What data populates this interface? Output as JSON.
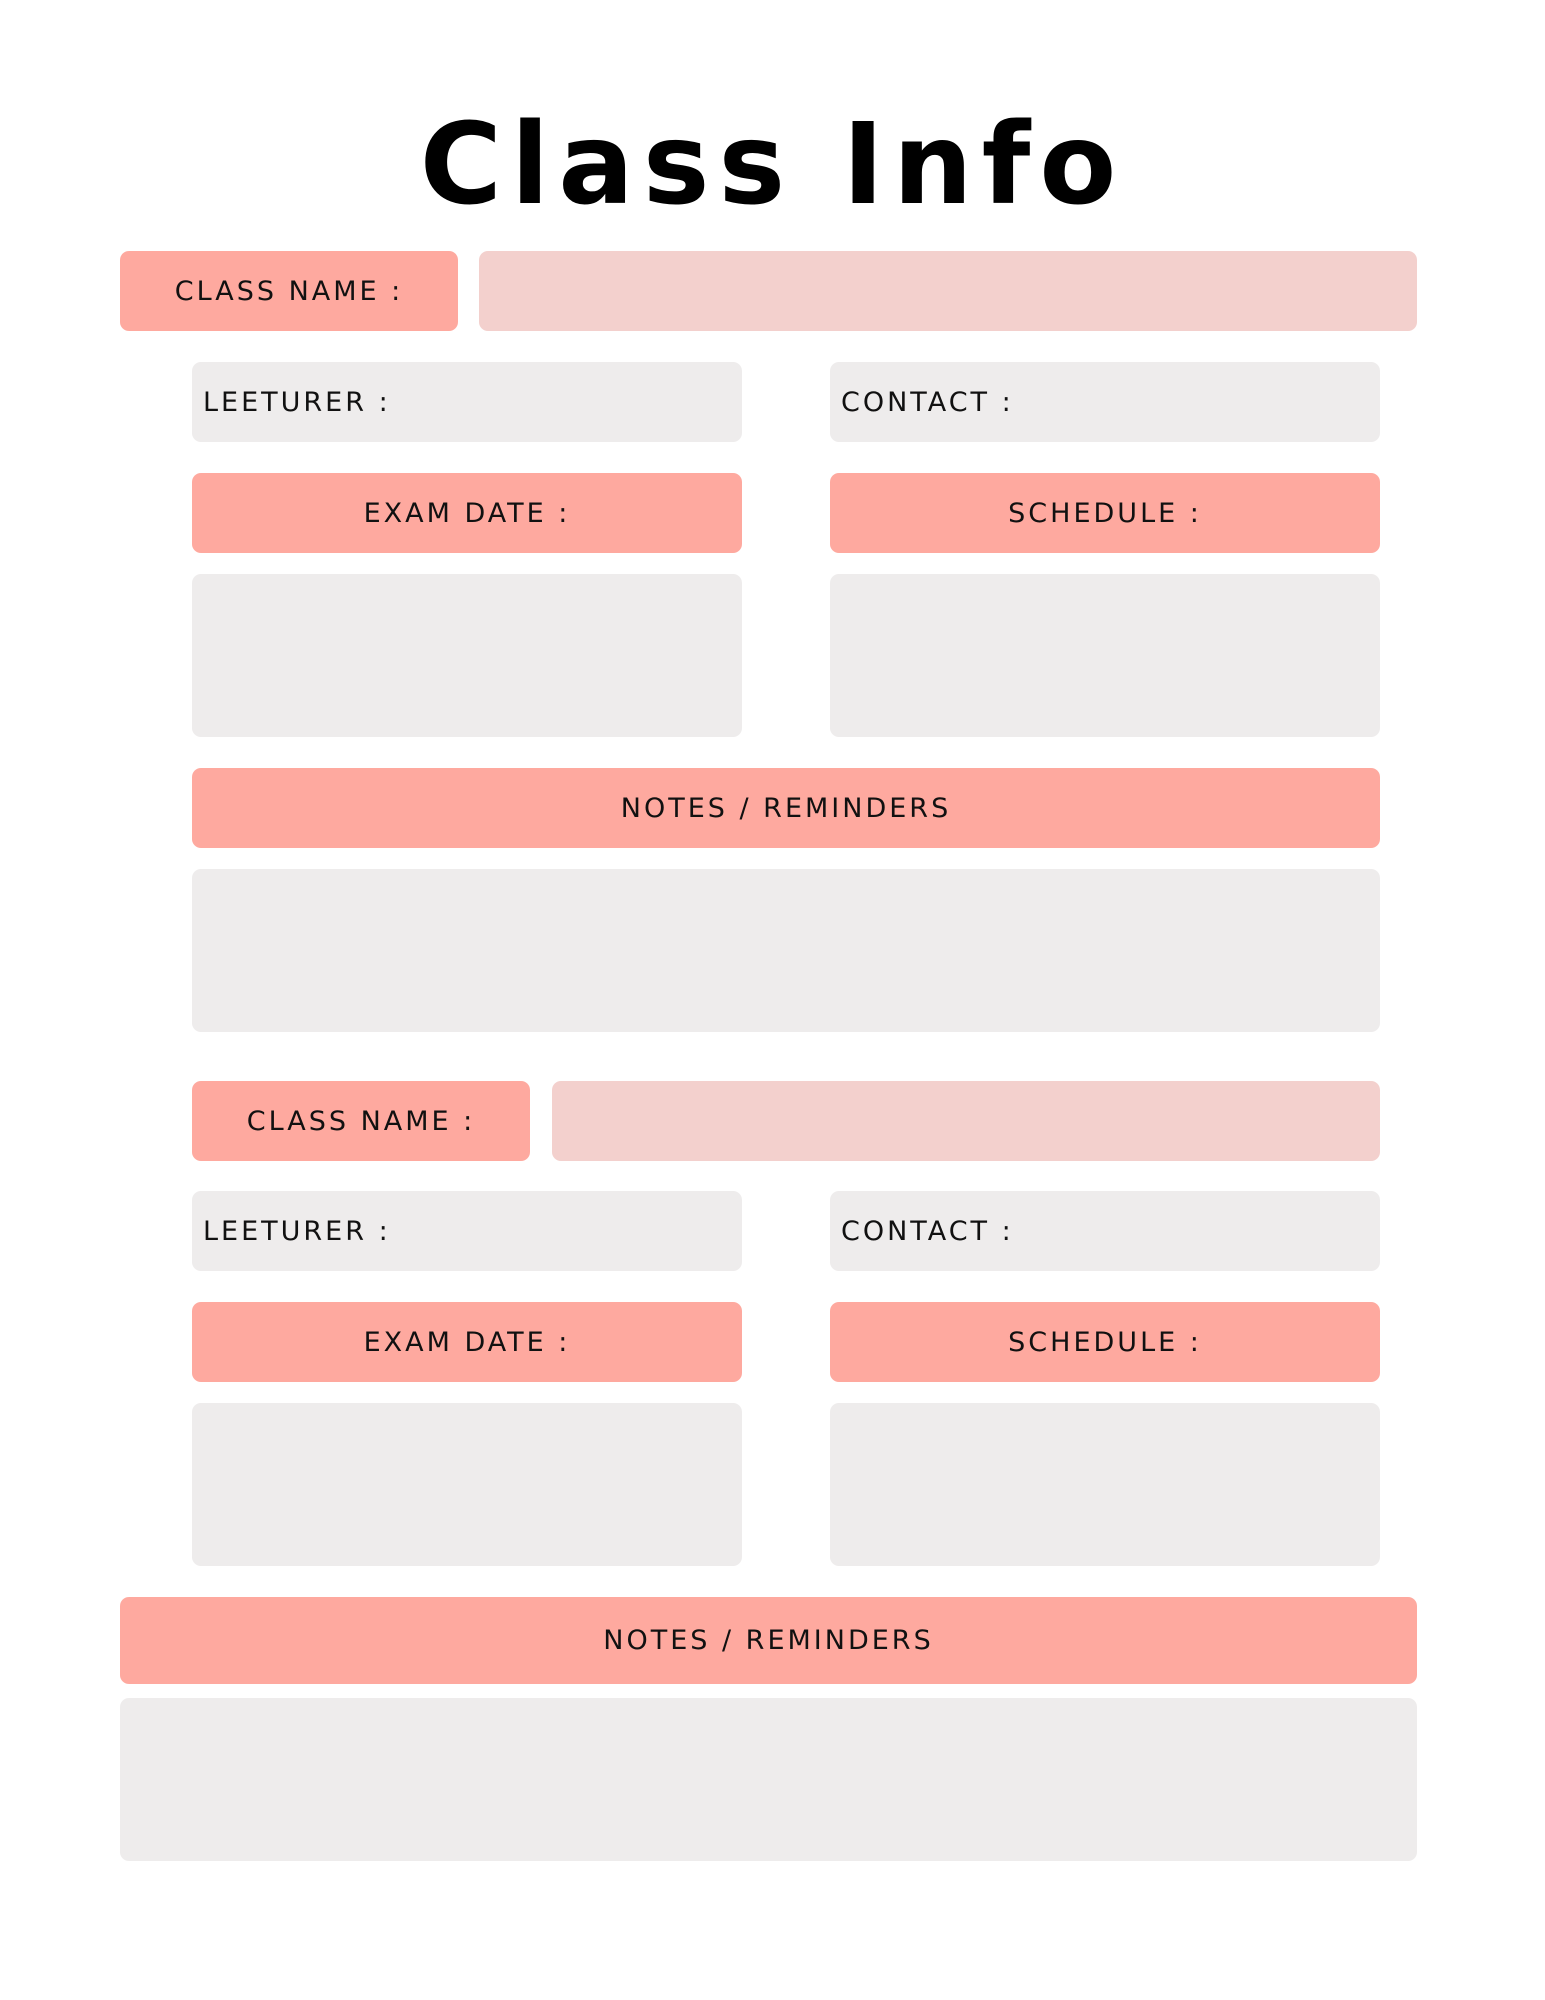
{
  "title": "Class Info",
  "colors": {
    "label_fill": "#fea99f",
    "name_field_fill": "#f3d0cd",
    "field_fill": "#eeecec",
    "text": "#111111"
  },
  "sections": [
    {
      "class_name_label": "CLASS NAME :",
      "class_name_value": "",
      "lecturer_label": "LEETURER :",
      "contact_label": "CONTACT :",
      "exam_date_label": "EXAM DATE :",
      "schedule_label": "SCHEDULE :",
      "notes_label": "NOTES / REMINDERS"
    },
    {
      "class_name_label": "CLASS NAME :",
      "class_name_value": "",
      "lecturer_label": "LEETURER :",
      "contact_label": "CONTACT :",
      "exam_date_label": "EXAM DATE :",
      "schedule_label": "SCHEDULE :",
      "notes_label": "NOTES / REMINDERS"
    }
  ]
}
